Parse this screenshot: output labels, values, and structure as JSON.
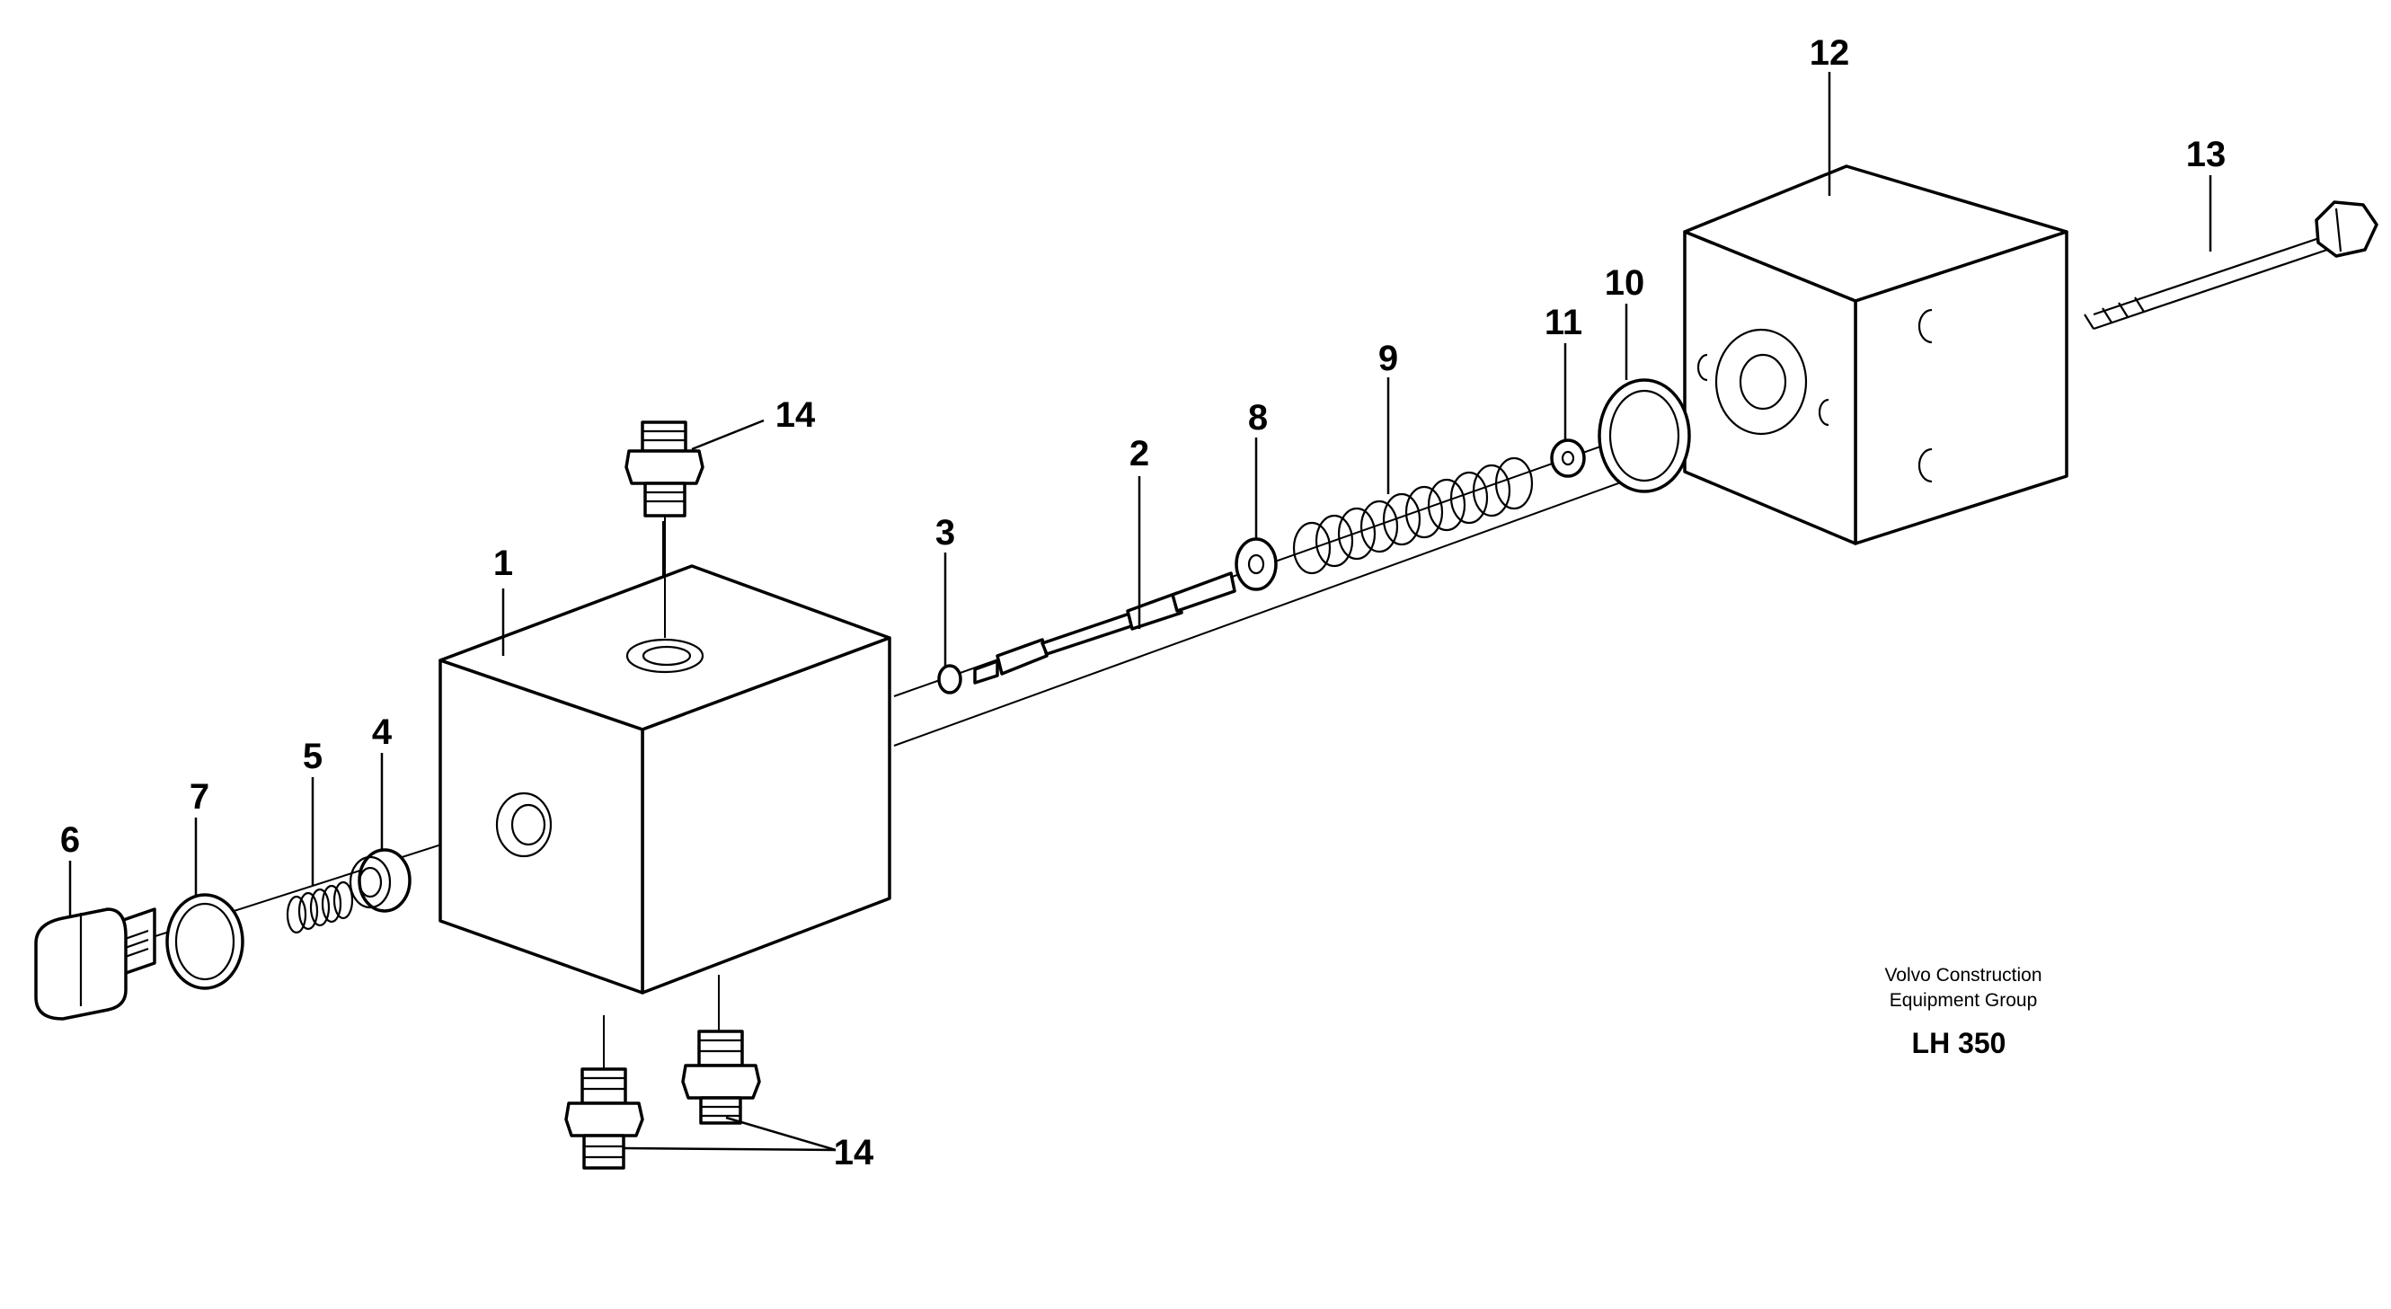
{
  "callouts": {
    "c1": "1",
    "c2": "2",
    "c3": "3",
    "c4": "4",
    "c5": "5",
    "c6": "6",
    "c7": "7",
    "c8": "8",
    "c9": "9",
    "c10": "10",
    "c11": "11",
    "c12": "12",
    "c13": "13",
    "c14_top": "14",
    "c14_bottom": "14"
  },
  "footer": {
    "company_line1": "Volvo Construction",
    "company_line2": "Equipment Group",
    "model": "LH 350"
  }
}
